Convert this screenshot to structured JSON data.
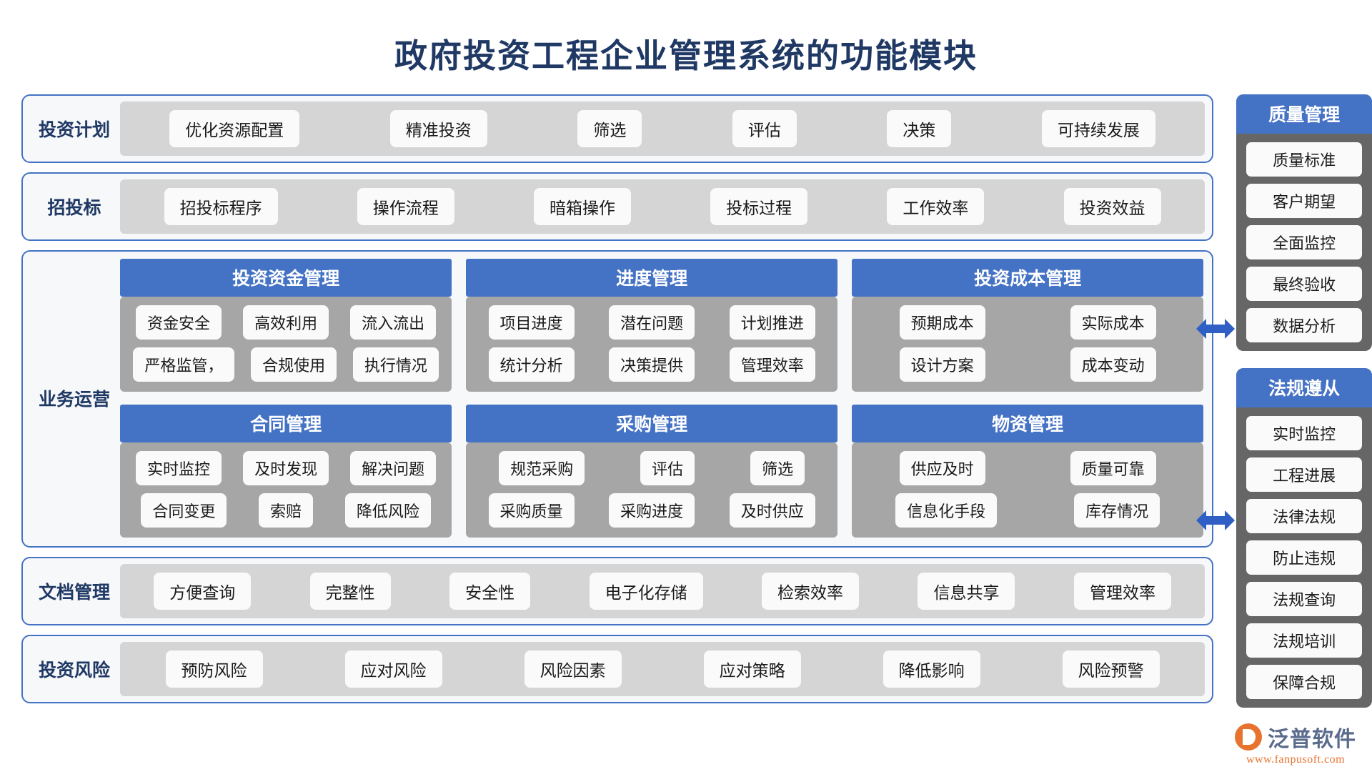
{
  "title": "政府投资工程企业管理系统的功能模块",
  "colors": {
    "title": "#1F3864",
    "accent_blue": "#4472C4",
    "band_border": "#4472C4",
    "band_bg": "#F7F8FA",
    "items_bg": "#D5D5D5",
    "card_bg": "#A6A6A6",
    "panel_bg": "#666666",
    "chip_bg": "#FAFAFA",
    "logo_orange": "#E8732E",
    "logo_text": "#5A6B8C"
  },
  "rows": {
    "investment_plan": {
      "label": "投资计划",
      "items": [
        "优化资源配置",
        "精准投资",
        "筛选",
        "评估",
        "决策",
        "可持续发展"
      ]
    },
    "bidding": {
      "label": "招投标",
      "items": [
        "招投标程序",
        "操作流程",
        "暗箱操作",
        "投标过程",
        "工作效率",
        "投资效益"
      ]
    },
    "document_management": {
      "label": "文档管理",
      "items": [
        "方便查询",
        "完整性",
        "安全性",
        "电子化存储",
        "检索效率",
        "信息共享",
        "管理效率"
      ]
    },
    "investment_risk": {
      "label": "投资风险",
      "items": [
        "预防风险",
        "应对风险",
        "风险因素",
        "应对策略",
        "降低影响",
        "风险预警"
      ]
    }
  },
  "operations": {
    "label": "业务运营",
    "cards": [
      {
        "title": "投资资金管理",
        "rows": [
          [
            "资金安全",
            "高效利用",
            "流入流出"
          ],
          [
            "严格监管，",
            "合规使用",
            "执行情况"
          ]
        ]
      },
      {
        "title": "进度管理",
        "rows": [
          [
            "项目进度",
            "潜在问题",
            "计划推进"
          ],
          [
            "统计分析",
            "决策提供",
            "管理效率"
          ]
        ]
      },
      {
        "title": "投资成本管理",
        "rows": [
          [
            "预期成本",
            "实际成本"
          ],
          [
            "设计方案",
            "成本变动"
          ]
        ]
      },
      {
        "title": "合同管理",
        "rows": [
          [
            "实时监控",
            "及时发现",
            "解决问题"
          ],
          [
            "合同变更",
            "索赔",
            "降低风险"
          ]
        ]
      },
      {
        "title": "采购管理",
        "rows": [
          [
            "规范采购",
            "评估",
            "筛选"
          ],
          [
            "采购质量",
            "采购进度",
            "及时供应"
          ]
        ]
      },
      {
        "title": "物资管理",
        "rows": [
          [
            "供应及时",
            "质量可靠"
          ],
          [
            "信息化手段",
            "库存情况"
          ]
        ]
      }
    ]
  },
  "sidebar": {
    "panels": [
      {
        "title": "质量管理",
        "items": [
          "质量标准",
          "客户期望",
          "全面监控",
          "最终验收",
          "数据分析"
        ]
      },
      {
        "title": "法规遵从",
        "items": [
          "实时监控",
          "工程进展",
          "法律法规",
          "防止违规",
          "法规查询",
          "法规培训",
          "保障合规"
        ]
      }
    ]
  },
  "logo": {
    "name": "泛普软件",
    "url": "www.fanpusoft.com"
  }
}
